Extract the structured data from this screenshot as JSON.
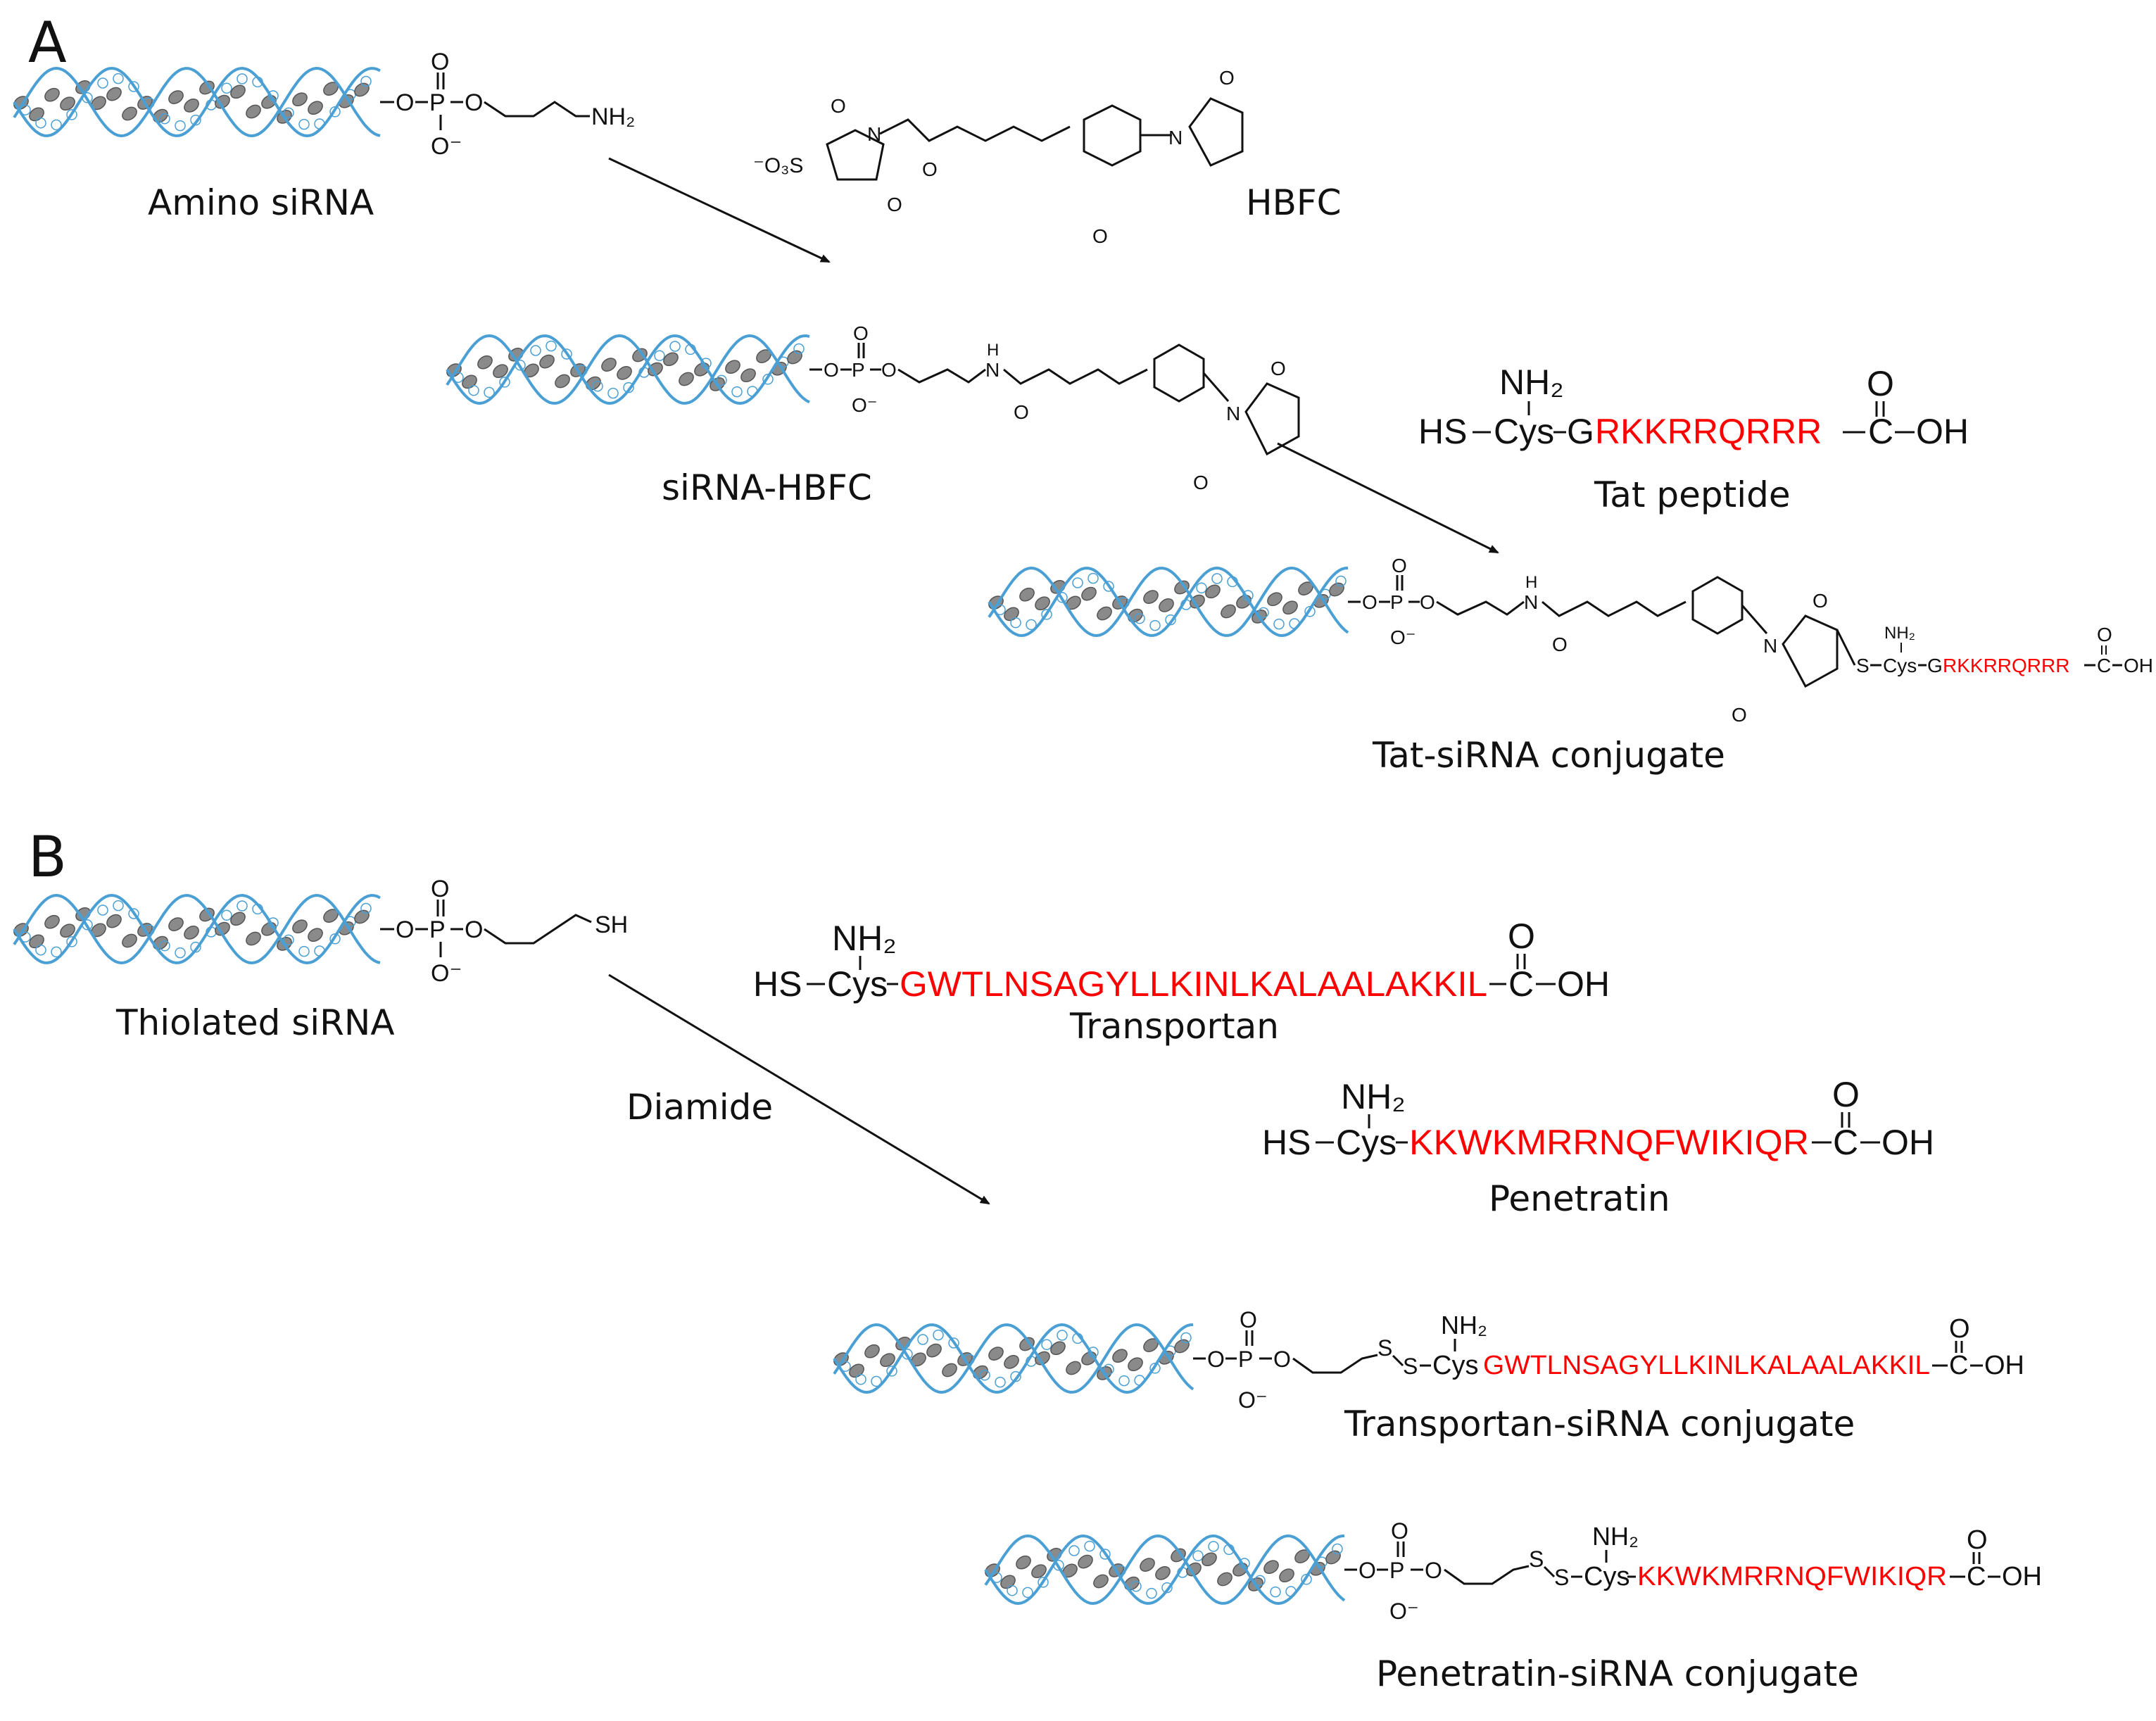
{
  "colors": {
    "peptide": "#ff0000",
    "helix": "#4a9fd4",
    "base": "#8a8a8a",
    "ink": "#111111"
  },
  "panel_a": {
    "letter": "A",
    "amino_sirna_label": "Amino siRNA",
    "linker_o1": "O",
    "linker_p": "P",
    "linker_o2": "O",
    "linker_o_top": "O",
    "linker_o_minus": "O⁻",
    "amino_end": "NH₂",
    "hbfc_label": "HBFC",
    "hbfc_so3": "⁻O₃S",
    "hbfc_n": "N",
    "hbfc_o": "O",
    "sirna_hbfc_label": "siRNA-HBFC",
    "sirna_hbfc_nh": "N",
    "sirna_hbfc_h": "H",
    "tat": {
      "nh2": "NH₂",
      "hs": "HS",
      "cys": "Cys",
      "g": "G",
      "sequence": "RKKRRQRRR",
      "c": "C",
      "oh": "OH",
      "o": "O",
      "label": "Tat peptide"
    },
    "conjugate_s": "S",
    "conjugate_label": "Tat-siRNA conjugate"
  },
  "panel_b": {
    "letter": "B",
    "thiolated_label": "Thiolated siRNA",
    "thiol_end": "SH",
    "diamide_label": "Diamide",
    "transportan": {
      "nh2": "NH₂",
      "hs": "HS",
      "cys": "Cys",
      "sequence": "GWTLNSAGYLLKINLKALAALAKKIL",
      "c": "C",
      "oh": "OH",
      "o": "O",
      "label": "Transportan"
    },
    "penetratin": {
      "nh2": "NH₂",
      "hs": "HS",
      "cys": "Cys",
      "sequence": "KKWKMRRNQFWIKIQR",
      "c": "C",
      "oh": "OH",
      "o": "O",
      "label": "Penetratin"
    },
    "transportan_conjugate_label": "Transportan-siRNA conjugate",
    "penetratin_conjugate_label": "Penetratin-siRNA conjugate",
    "disulfide_s": "S"
  }
}
